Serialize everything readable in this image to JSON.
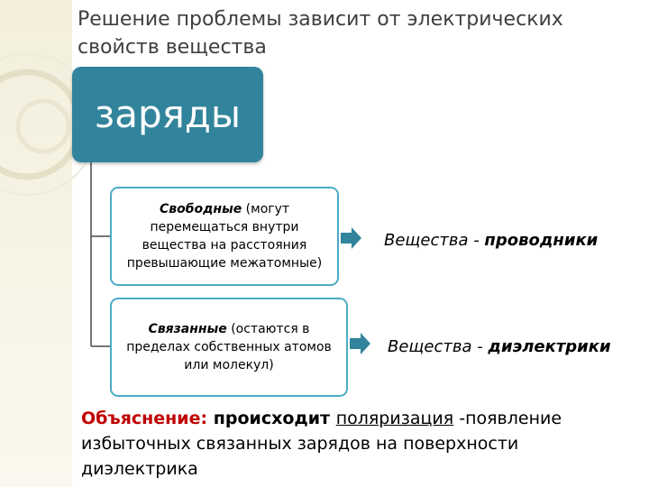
{
  "slide": {
    "title": "Решение проблемы зависит от электрических свойств вещества"
  },
  "diagram": {
    "root": {
      "label": "заряды"
    },
    "free": {
      "name": "Свободные",
      "description": " (могут перемещаться внутри вещества на расстояния превышающие межатомные)",
      "result_prefix": "Вещества - ",
      "result_kind": "проводники"
    },
    "bound": {
      "name": "Связанные",
      "description": " (остаются в пределах собственных атомов или молекул)",
      "result_prefix": "Вещества - ",
      "result_kind": "диэлектрики"
    }
  },
  "explanation": {
    "label": "Объяснение:",
    "verb": " происходит ",
    "term": "поляризация",
    "rest": " -появление избыточных связанных зарядов на поверхности диэлектрика"
  },
  "colors": {
    "root_fill": "#31849b",
    "box_border": "#4bacc6",
    "arrow_fill": "#31849b",
    "explanation_label": "#c00000",
    "background_band": "#f3efdc"
  },
  "icons": {
    "arrow": "right-arrow-icon"
  }
}
